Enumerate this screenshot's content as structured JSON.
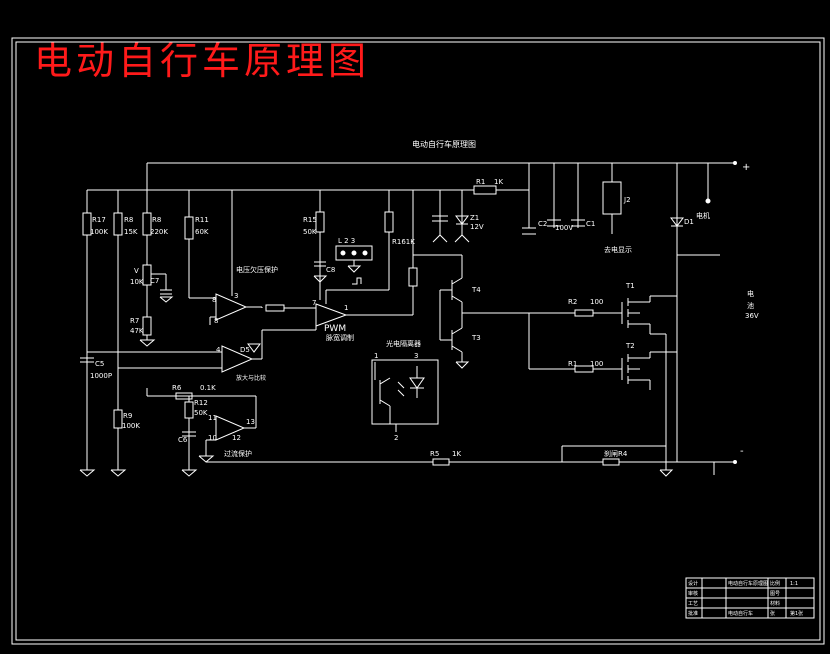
{
  "page_title": "电动自行车原理图",
  "drawing_title": "电动自行车原理图",
  "colors": {
    "background": "#000000",
    "lines": "#ffffff",
    "title": "#ff1a1a"
  },
  "terminals": {
    "positive": "+",
    "negative": "-"
  },
  "labels": {
    "r17": "R17",
    "r17_val": "100K",
    "r8a": "R8",
    "r8a_val": "15K",
    "r8b": "R8",
    "r8b_val": "220K",
    "r11": "R11",
    "r11_val": "60K",
    "r15": "R15",
    "r15_val": "50K",
    "r16": "R161K",
    "r1": "R1",
    "r1_val": "1K",
    "z1": "Z1",
    "z1_val": "12V",
    "c2": "C2",
    "c2_val": "100V",
    "c1": "C1",
    "j2": "J2",
    "power_show": "去电显示",
    "d1": "D1",
    "motor": "电机",
    "battery": "电\n池\n36V",
    "vr": "V",
    "vr_val": "10K",
    "c7": "C7",
    "r7": "R7",
    "r7_val": "47K",
    "undervolt": "电压欠压保护",
    "c5": "C5",
    "c5_val": "1000P",
    "c8": "C8",
    "connector": "L  2  3",
    "pwm": "PWM",
    "pwm_sub": "脉宽调制",
    "opto": "光电隔离器",
    "t4": "T4",
    "t3": "T3",
    "t1": "T1",
    "t2": "T2",
    "r2": "R2",
    "r2_val": "100",
    "r1b": "R1",
    "r1b_val": "100",
    "r6": "R6",
    "r6_val": "0.1K",
    "r12": "R12",
    "r12_val": "50K",
    "r9": "R9",
    "r9_val": "100K",
    "c6": "C6",
    "overcurrent": "过流保护",
    "mid_amp": "放大与比较",
    "r5": "R5",
    "r5_val": "1K",
    "brake": "刹闸R4",
    "pins": {
      "p8a": "8",
      "p8b": "8",
      "p3": "3",
      "p7": "7",
      "p1": "1",
      "p4": "4",
      "p11": "11",
      "p10": "10",
      "p12": "12",
      "p13": "13",
      "p9": "9",
      "pd": "D5",
      "o1": "1",
      "o3": "3",
      "o2": "2"
    }
  },
  "title_block": {
    "rows": [
      [
        "设计",
        "",
        "电动自行车原理图",
        "",
        "比例",
        "1:1"
      ],
      [
        "审核",
        "",
        "",
        "",
        "图号",
        ""
      ],
      [
        "工艺",
        "",
        "",
        "",
        "材料",
        ""
      ],
      [
        "批准",
        "",
        "电动自行车",
        "",
        "张",
        "第1张"
      ]
    ]
  }
}
